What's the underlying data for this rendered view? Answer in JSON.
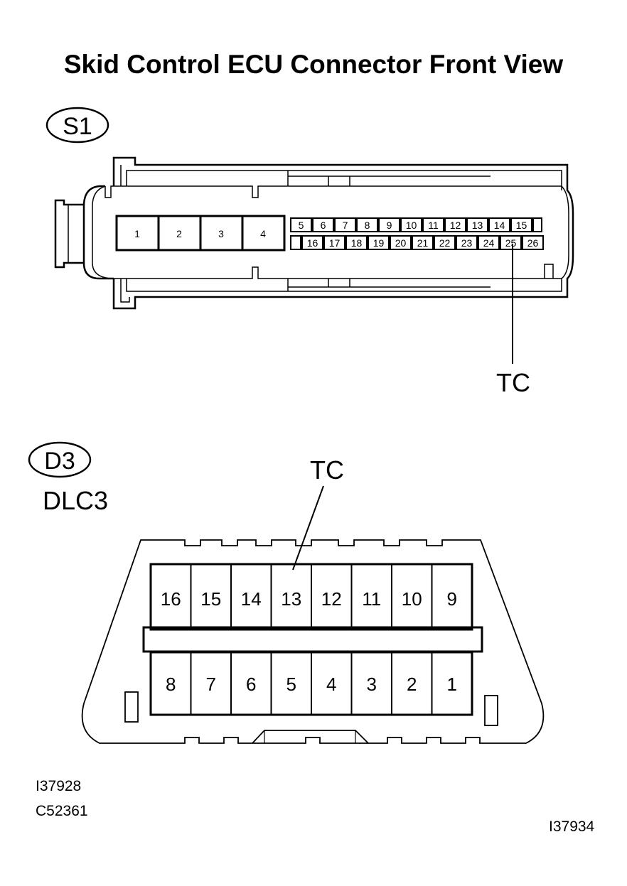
{
  "title": "Skid Control ECU Connector Front View",
  "s1": {
    "code": "S1",
    "large_pins": [
      "1",
      "2",
      "3",
      "4"
    ],
    "top_row": [
      "5",
      "6",
      "7",
      "8",
      "9",
      "10",
      "11",
      "12",
      "13",
      "14",
      "15"
    ],
    "bottom_row": [
      "16",
      "17",
      "18",
      "19",
      "20",
      "21",
      "22",
      "23",
      "24",
      "25",
      "26"
    ],
    "callout": "TC"
  },
  "d3": {
    "code": "D3",
    "name": "DLC3",
    "upper_pins": [
      "16",
      "15",
      "14",
      "13",
      "12",
      "11",
      "10",
      "9"
    ],
    "lower_pins": [
      "8",
      "7",
      "6",
      "5",
      "4",
      "3",
      "2",
      "1"
    ],
    "callout": "TC"
  },
  "refs": [
    "I37928",
    "C52361",
    "I37934"
  ]
}
